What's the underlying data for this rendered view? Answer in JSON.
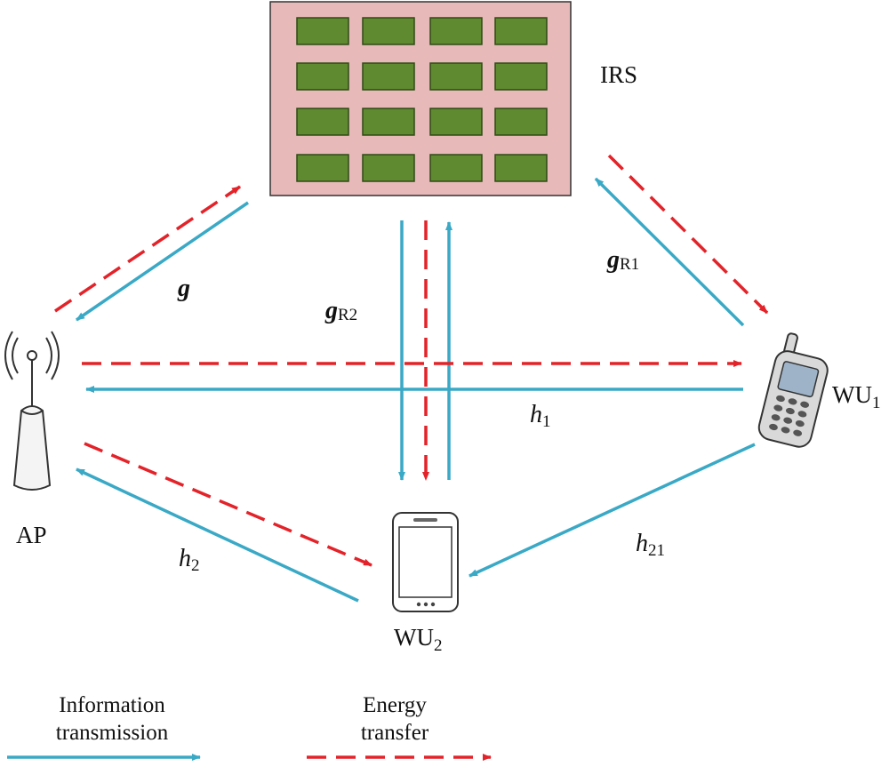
{
  "colors": {
    "info": "#3aa9c6",
    "energy": "#e32329",
    "panel": "#e8b9b9",
    "element": "#5f8a2f",
    "outline": "#333333"
  },
  "nodes": {
    "irs": {
      "label": "IRS"
    },
    "ap": {
      "label": "AP"
    },
    "wu1": {
      "label": "WU",
      "sub": "1"
    },
    "wu2": {
      "label": "WU",
      "sub": "2"
    }
  },
  "channels": {
    "g": {
      "sym": "g"
    },
    "gR2": {
      "sym": "g",
      "sub": "R2"
    },
    "gR1": {
      "sym": "g",
      "sub": "R1"
    },
    "h1": {
      "sym": "h",
      "sub": "1"
    },
    "h2": {
      "sym": "h",
      "sub": "2"
    },
    "h21": {
      "sym": "h",
      "sub": "21"
    }
  },
  "legend": {
    "info": {
      "line1": "Information",
      "line2": "transmission"
    },
    "energy": {
      "line1": "Energy",
      "line2": "transfer"
    }
  },
  "icons": {
    "ap": "antenna-tower-icon",
    "wu1": "feature-phone-icon",
    "wu2": "smartphone-icon"
  }
}
